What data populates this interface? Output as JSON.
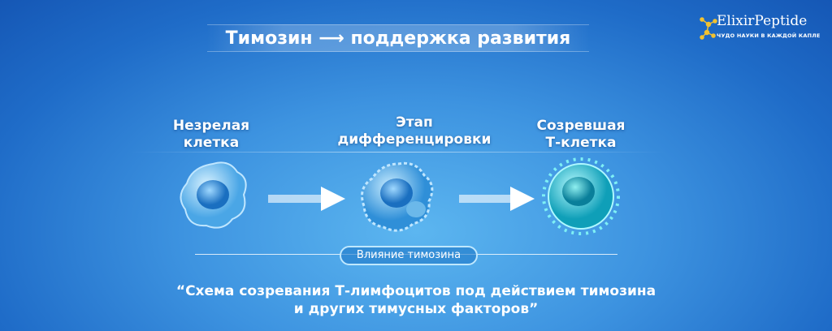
{
  "title": "Тимозин ⟶ поддержка развития",
  "logo": {
    "name": "ElixirPeptide",
    "tagline": "ЧУДО НАУКИ В КАЖДОЙ КАПЛЕ"
  },
  "stages": [
    {
      "label_line1": "Незрелая",
      "label_line2": "клетка"
    },
    {
      "label_line1": "Этап",
      "label_line2": "дифференцировки"
    },
    {
      "label_line1": "Созревшая",
      "label_line2": "Т-клетка"
    }
  ],
  "influence_label": "Влияние тимозина",
  "caption": {
    "line1": "“Схема созревания Т-лимфоцитов под действием тимозина",
    "line2": "и других тимусных факторов”"
  },
  "colors": {
    "immature": "#7ccaf2",
    "differentiating": "#4fb0e8",
    "mature": "#22c2d0"
  }
}
